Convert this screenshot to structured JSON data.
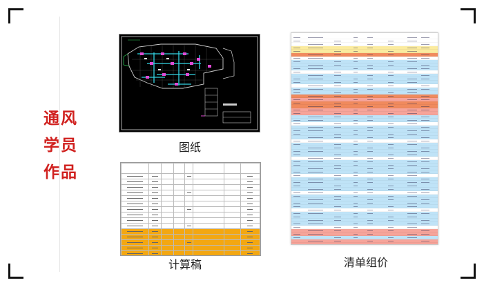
{
  "side_title": [
    "通风",
    "学员",
    "作品"
  ],
  "captions": {
    "drawing": "图纸",
    "calculation": "计算稿",
    "bill": "清单组价"
  },
  "colors": {
    "title_red": "#d0201e",
    "highlight_orange": "#f3a712",
    "sheet_blue": "#bfe3f7",
    "sheet_yellow": "#fbeb9f",
    "sheet_orange": "#f08a5d",
    "sheet_salmon": "#f6a49a",
    "cad_cyan": "#34d6e6",
    "cad_magenta": "#e04ad6",
    "cad_green": "#3ee06a"
  },
  "calc_rows": {
    "total": 15,
    "highlighted_from": 10
  }
}
